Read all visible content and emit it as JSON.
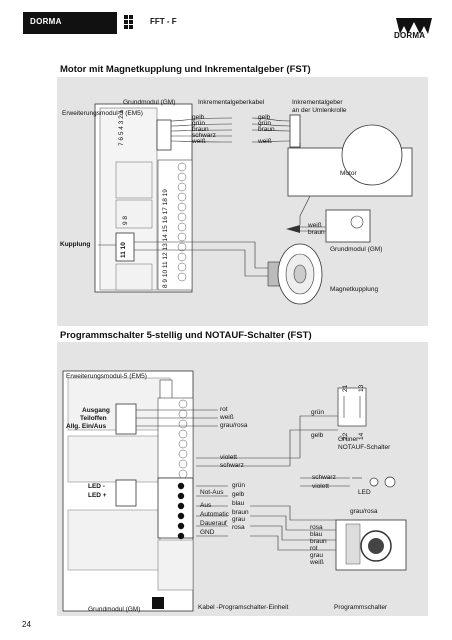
{
  "header": {
    "brand": "DORMA",
    "title": "FFT - F",
    "logo_text": "DORMA"
  },
  "section1": {
    "title": "Motor mit Magnetkupplung und Inkrementalgeber (FST)",
    "grundmodul": "Grundmodul (GM)",
    "erweiterung": "Erweiterungsmodul-5 (EM5)",
    "inkrementalgeberkabel": "Inkrementalgeberkabel",
    "inkrementalgeber_line1": "Inkrementalgeber",
    "inkrementalgeber_line2": "an der Umlenkrolle",
    "cable_colors": [
      "gelb",
      "grün",
      "braun",
      "schwarz",
      "weiß"
    ],
    "encoder_colors": [
      "gelb",
      "grün",
      "braun",
      "weiß"
    ],
    "motor": "Motor",
    "kupplung": "Kupplung",
    "motor_wires": [
      "weiß",
      "braun"
    ],
    "grundmodul_right": "Grundmodul (GM)",
    "magnetkupplung": "Magnetkupplung",
    "terminals_top": "7 6 5 4 3 2 1",
    "terminals_bottom": "9 8",
    "terminal_block": "8 9 10 11 12 13 14 15 16 17 18 19",
    "kupplung_pins": "11 10"
  },
  "section2": {
    "title": "Programmschalter 5-stellig und NOTAUF-Schalter (FST)",
    "erweiterung": "Erweiterungsmodul-5 (EM5)",
    "ausgang": "Ausgang",
    "teiloffen": "Teiloffen",
    "allg": "Allg. Ein/Aus",
    "led_minus": "LED -",
    "led_plus": "LED +",
    "grundmodul": "Grundmodul (GM)",
    "kabel": "Kabel -Programschalter-Einheit",
    "programmschalter": "Programmschalter",
    "upper_colors": [
      "rot",
      "weiß",
      "grau/rosa"
    ],
    "mid_colors": [
      "violett",
      "schwarz"
    ],
    "modes": [
      "Not-Aus",
      "Aus",
      "Automatic",
      "Dauerauf",
      "GND"
    ],
    "lower_colors": [
      "grün",
      "gelb",
      "blau",
      "braun",
      "grau",
      "rosa"
    ],
    "notauf_colors": [
      "grün",
      "gelb"
    ],
    "gruener_line1": "Grüner",
    "gruener_line2": "NOTAUF-Schalter",
    "led_colors": [
      "schwarz",
      "violett"
    ],
    "led": "LED",
    "grau_rosa": "grau/rosa",
    "switch_colors": [
      "rosa",
      "blau",
      "braun",
      "rot",
      "grau",
      "weiß"
    ],
    "contacts": [
      "21",
      "13",
      "22",
      "14"
    ]
  },
  "page_number": "24"
}
